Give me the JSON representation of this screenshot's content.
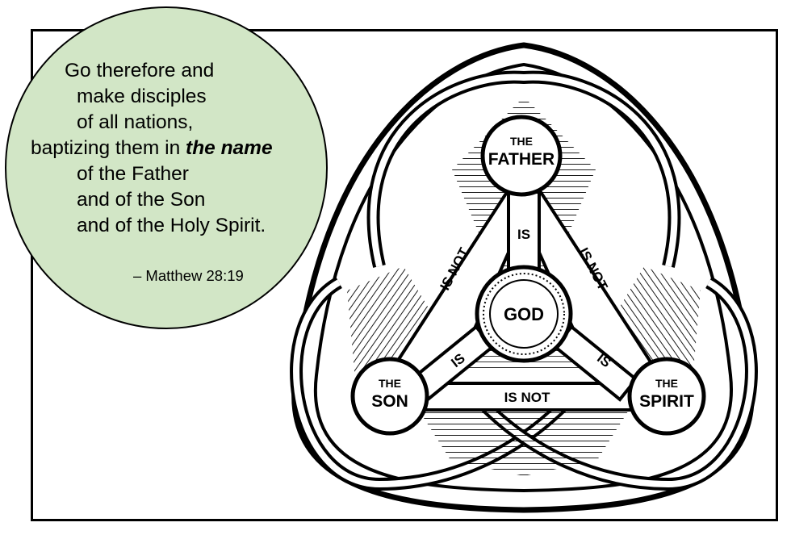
{
  "quote": {
    "lines": [
      "Go therefore and",
      "make disciples",
      "of all nations,",
      "baptizing them in "
    ],
    "emphasis": "the name",
    "lines_after": [
      "of the Father",
      "and of the Son",
      "and of the Holy Spirit."
    ],
    "reference": "– Matthew 28:19"
  },
  "diagram": {
    "father": {
      "article": "THE",
      "name": "FATHER"
    },
    "son": {
      "article": "THE",
      "name": "SON"
    },
    "spirit": {
      "article": "THE",
      "name": "SPIRIT"
    },
    "center": "GOD",
    "is_label": "IS",
    "is_not_label": "IS NOT"
  },
  "colors": {
    "quote_fill": "#d2e6c6",
    "ink": "#000000",
    "background": "#ffffff"
  }
}
